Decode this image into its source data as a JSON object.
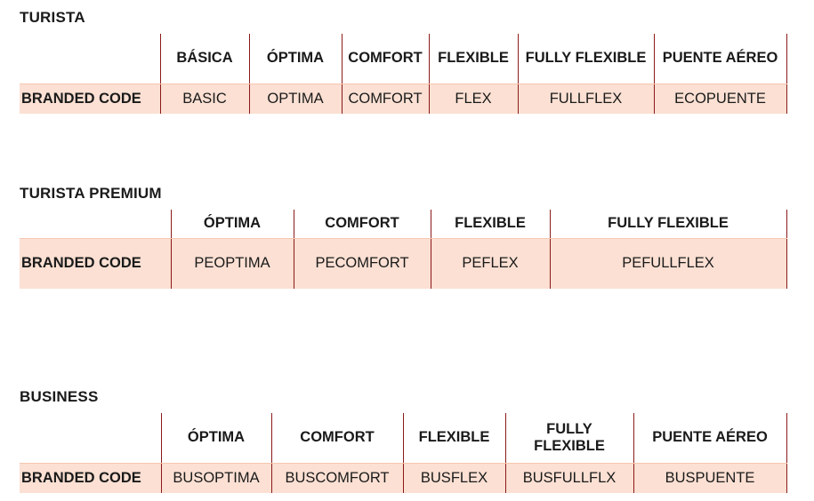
{
  "tables": [
    {
      "id": "turista",
      "title": "TURISTA",
      "row_label": "BRANDED CODE",
      "columns": [
        {
          "header": "BÁSICA",
          "code": "BASIC"
        },
        {
          "header": "ÓPTIMA",
          "code": "OPTIMA"
        },
        {
          "header": "COMFORT",
          "code": "COMFORT"
        },
        {
          "header": "FLEXIBLE",
          "code": "FLEX"
        },
        {
          "header": "FULLY FLEXIBLE",
          "code": "FULLFLEX"
        },
        {
          "header": "PUENTE AÉREO",
          "code": "ECOPUENTE"
        }
      ]
    },
    {
      "id": "turista-premium",
      "title": "TURISTA PREMIUM",
      "row_label": "BRANDED CODE",
      "columns": [
        {
          "header": "ÓPTIMA",
          "code": "PEOPTIMA"
        },
        {
          "header": "COMFORT",
          "code": "PECOMFORT"
        },
        {
          "header": "FLEXIBLE",
          "code": "PEFLEX"
        },
        {
          "header": "FULLY FLEXIBLE",
          "code": "PEFULLFLEX"
        }
      ]
    },
    {
      "id": "business",
      "title": "BUSINESS",
      "row_label": "BRANDED CODE",
      "columns": [
        {
          "header": "ÓPTIMA",
          "code": "BUSOPTIMA"
        },
        {
          "header": "COMFORT",
          "code": "BUSCOMFORT"
        },
        {
          "header": "FLEXIBLE",
          "code": "BUSFLEX"
        },
        {
          "header": "FULLY FLEXIBLE",
          "code": "BUSFULLFLX"
        },
        {
          "header": "PUENTE AÉREO",
          "code": "BUSPUENTE"
        }
      ]
    }
  ],
  "colors": {
    "row_fill": "#FBE0D3",
    "border_line": "#8C1A1A",
    "header_rule": "#F6C7AE",
    "text": "#1A1A1A",
    "background": "#FFFFFF"
  }
}
